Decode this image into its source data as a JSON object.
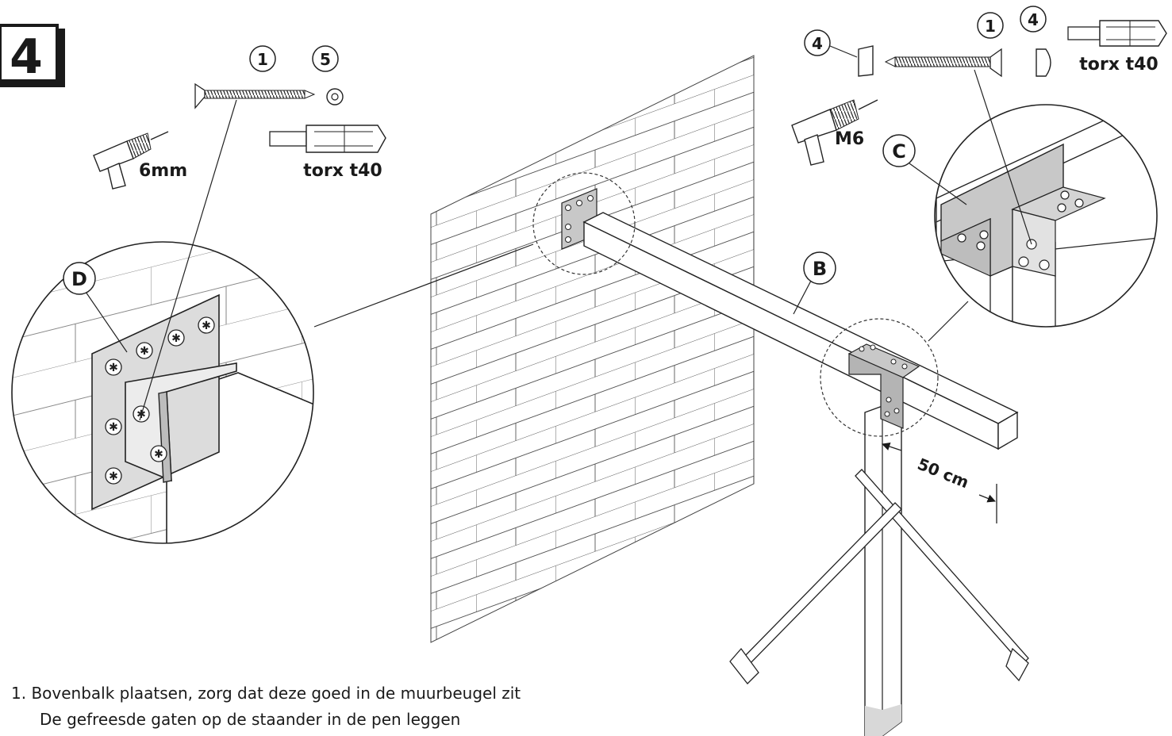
{
  "step_number": "4",
  "callouts": {
    "screw_left": "1",
    "washer": "5",
    "cap_left_right": "4",
    "screw_right": "1",
    "cap_right": "4",
    "detail_d": "D",
    "detail_c": "C",
    "beam_b": "B"
  },
  "tool_labels": {
    "drill_left_size": "6mm",
    "bit_left": "torx t40",
    "drill_right_size": "M6",
    "bit_right": "torx t40"
  },
  "dimension_label": "50 cm",
  "instructions": {
    "line1": "1. Bovenbalk plaatsen, zorg dat deze goed in de muurbeugel zit",
    "line2": "De gefreesde gaten op de staander in de pen leggen"
  },
  "colors": {
    "ink": "#1a1a1a",
    "metal": "#c8c8c8",
    "metal_dark": "#a9a9a9",
    "paper": "#ffffff"
  }
}
